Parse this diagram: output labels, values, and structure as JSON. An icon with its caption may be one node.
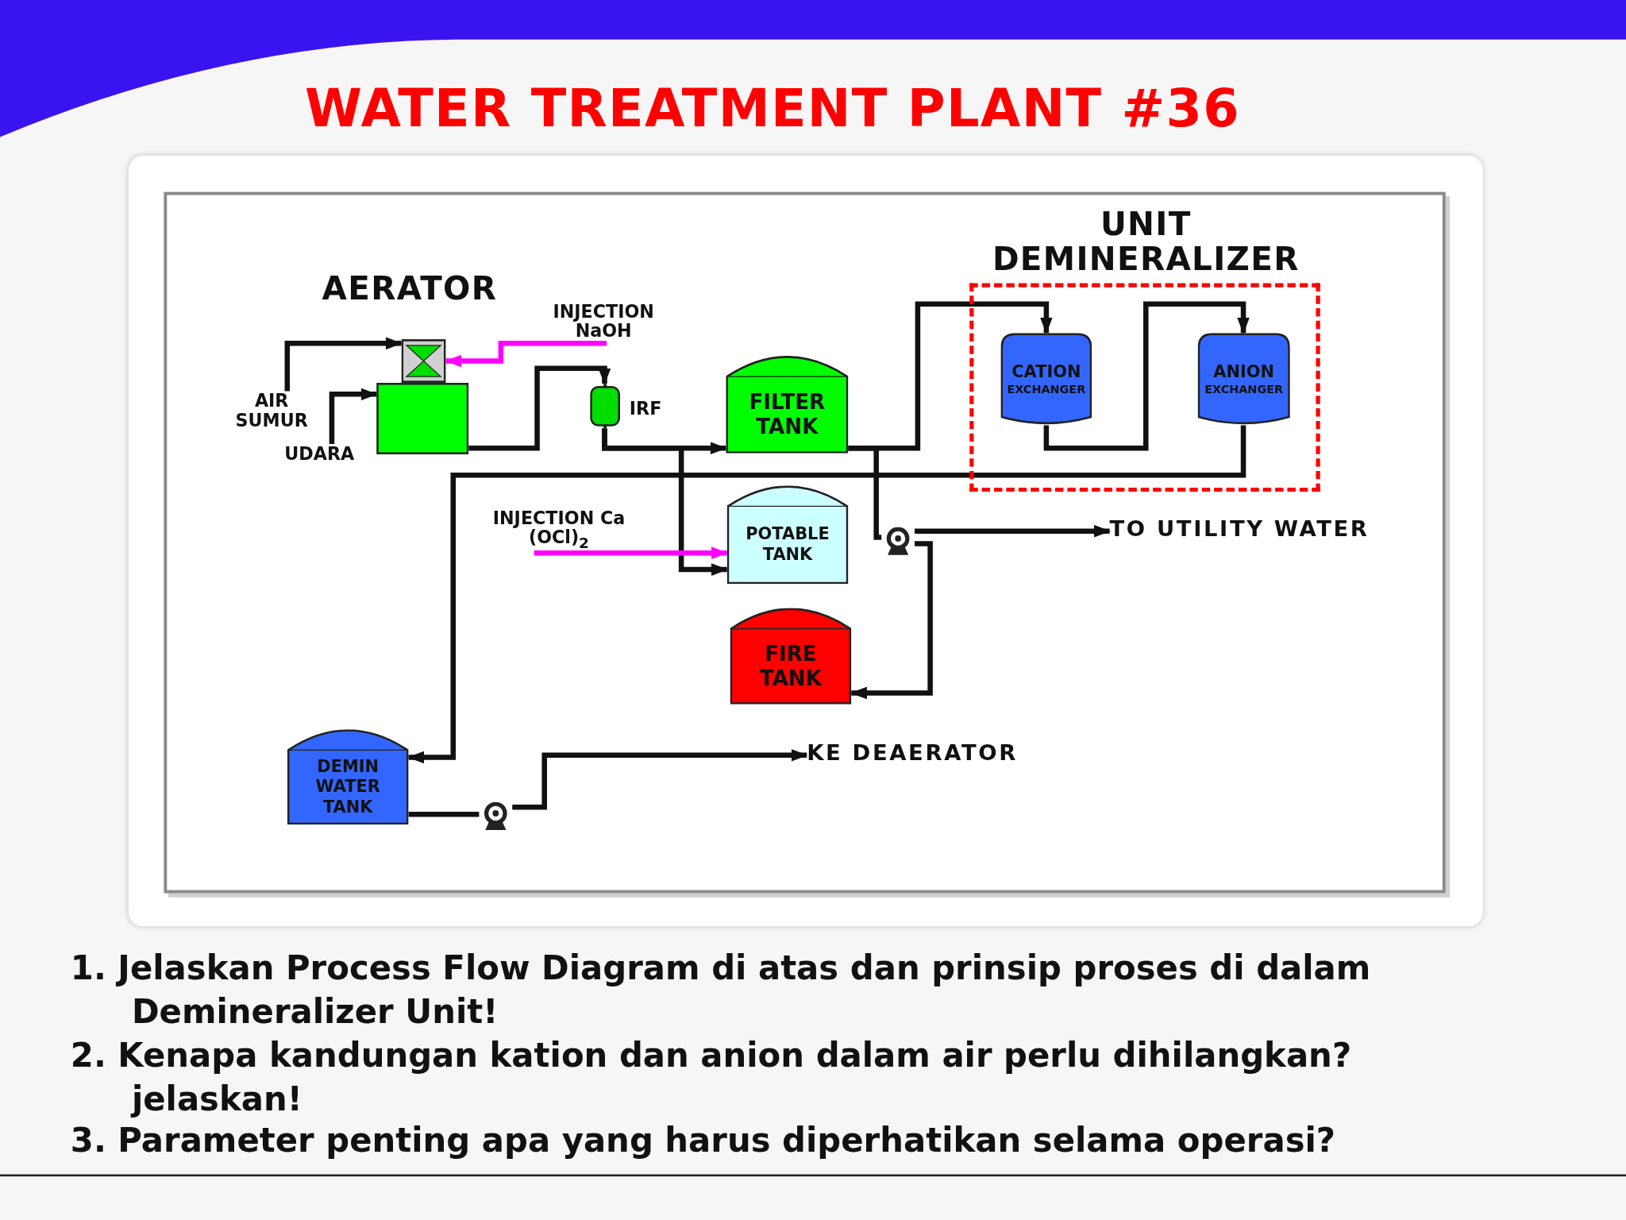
{
  "diagram": {
    "title": "WATER TREATMENT PLANT #36",
    "nodes": [
      {
        "text": [],
        "shape": "tower"
      },
      {
        "text": [],
        "shape": "box"
      },
      {
        "text": [
          "AIR SUMUR"
        ]
      },
      {
        "text": [
          "UDARA"
        ]
      },
      {
        "text": [
          "INJECTION NaOH"
        ]
      },
      {
        "text": [],
        "shape": "cylinder",
        "beside": [
          "IRF"
        ]
      },
      {
        "text": [
          "FILTER TANK"
        ]
      },
      {
        "text": [
          "POTABLE TANK"
        ]
      },
      {
        "text": [
          "INJECTION Ca (OCl)$_{2}$"
        ]
      },
      {
        "text": [],
        "shape": "box"
      },
      {
        "text": [
          "CATION",
          "EXCHANGER"
        ],
        "in": 9
      },
      {
        "text": [
          "ANION",
          "EXCHANGER"
        ],
        "in": 9
      },
      {
        "text": [],
        "shape": "pump"
      },
      {
        "text": [
          "TO UTILITY WATER"
        ]
      },
      {
        "text": [
          "FIRE TANK"
        ]
      },
      {
        "text": [
          "DEMIN WATER TANK"
        ]
      },
      {
        "text": [],
        "shape": "pump"
      },
      {
        "text": [
          "KE DEAERATOR"
        ]
      }
    ],
    "edges": [
      {
        "from": 2,
        "to": 0,
        "arrow": "to"
      },
      {
        "from": 3,
        "to": 1,
        "arrow": "to"
      },
      {
        "from": 4,
        "to": 0,
        "arrow": "to",
        "color": "#ff00ff"
      },
      {
        "from": 1,
        "to": 5,
        "arrow": "to"
      },
      {
        "from": 5,
        "to": 6,
        "arrow": "to"
      },
      {
        "from": 5,
        "to": 7,
        "arrow": "to"
      },
      {
        "from": 8,
        "to": 7,
        "arrow": "to",
        "color": "#ff00ff"
      },
      {
        "from": 6,
        "to": 10,
        "arrow": "to"
      },
      {
        "from": 10,
        "to": 11,
        "arrow": "to"
      },
      {
        "from": 11,
        "to": 15,
        "arrow": "to"
      },
      {
        "from": 6,
        "to": 12,
        "arrow": "none"
      },
      {
        "from": 12,
        "to": 13,
        "arrow": "to"
      },
      {
        "from": 12,
        "to": 14,
        "arrow": "to"
      },
      {
        "from": 15,
        "to": 16,
        "arrow": "none"
      },
      {
        "from": 16,
        "to": 17,
        "arrow": "to"
      }
    ],
    "labels": [
      "AERATOR",
      "UNIT DEMINERALIZER",
      "1. Jelaskan Process Flow Diagram di atas dan prinsip proses di dalam Demineralizer Unit!",
      "2. Kenapa kandungan kation dan anion dalam air perlu dihilangkan? jelaskan!",
      "3. Parameter penting apa yang harus diperhatikan selama operasi?"
    ]
  }
}
